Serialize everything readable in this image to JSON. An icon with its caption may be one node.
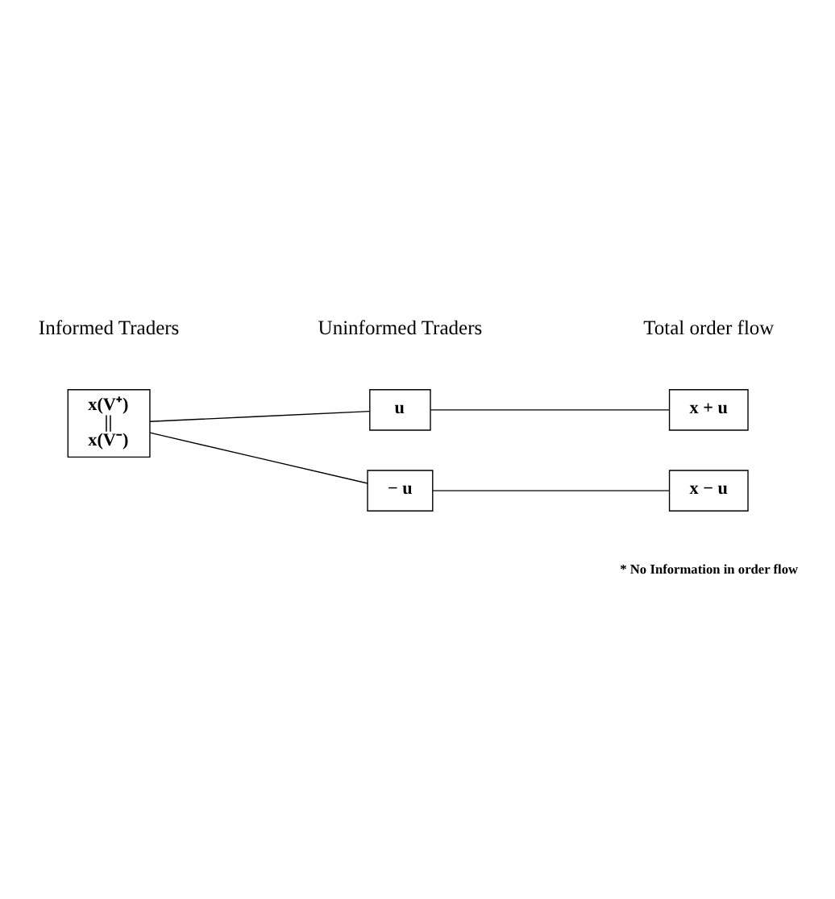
{
  "diagram": {
    "nodes": [
      {
        "text": [
          "x(V⁺)",
          "||",
          "x(V⁻)"
        ]
      },
      {
        "text": [
          "u"
        ]
      },
      {
        "text": [
          "x + u"
        ]
      },
      {
        "text": [
          "− u"
        ]
      },
      {
        "text": [
          "x − u"
        ]
      }
    ],
    "edges": [
      {
        "from": 0,
        "to": 1,
        "arrow": "none"
      },
      {
        "from": 1,
        "to": 2,
        "arrow": "none"
      },
      {
        "from": 0,
        "to": 3,
        "arrow": "none"
      },
      {
        "from": 3,
        "to": 4,
        "arrow": "none"
      }
    ],
    "labels": [
      "Informed Traders",
      "Uninformed Traders",
      "Total order flow",
      "* No Information in order flow"
    ]
  }
}
